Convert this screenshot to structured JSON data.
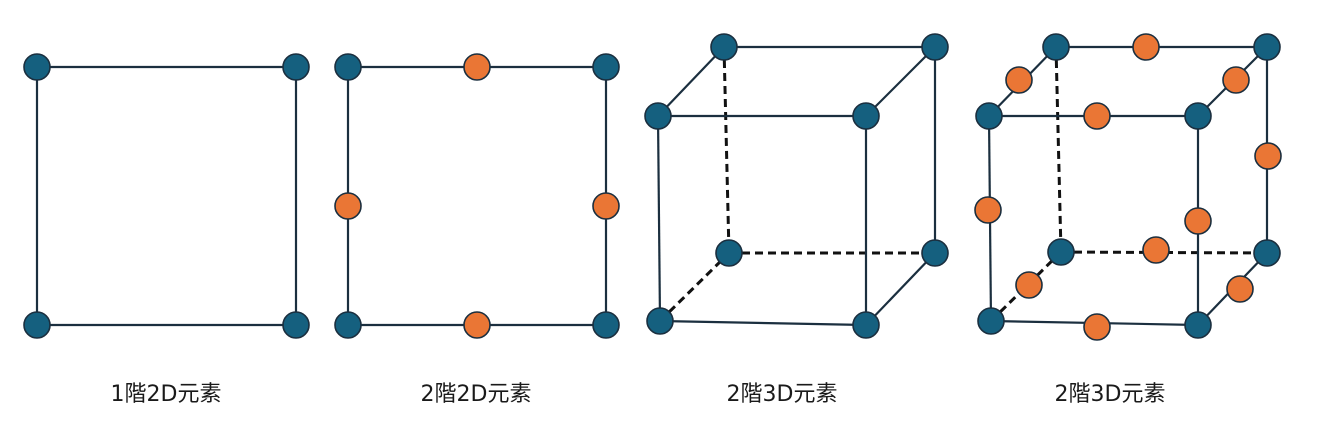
{
  "colors": {
    "edge": "#1b2f3f",
    "corner_node": "#15607f",
    "midside_node": "#ea7635",
    "node_outline": "#1b2f3f",
    "background": "#ffffff"
  },
  "elements": [
    {
      "caption": "1階2D元素"
    },
    {
      "caption": "2階2D元素"
    },
    {
      "caption": "2階3D元素"
    },
    {
      "caption": "2階3D元素"
    }
  ]
}
